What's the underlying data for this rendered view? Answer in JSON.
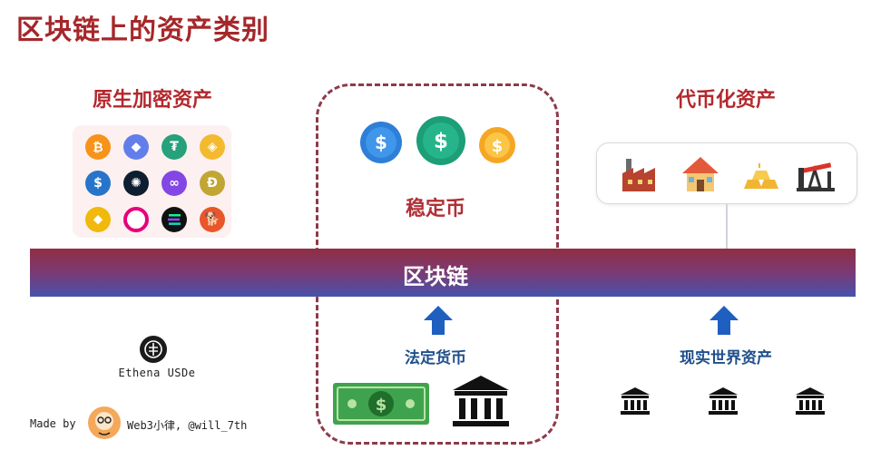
{
  "title": "区块链上的资产类别",
  "sections": {
    "native": {
      "title": "原生加密资产"
    },
    "stable": {
      "title": "稳定币"
    },
    "tokenized": {
      "title": "代币化资产"
    }
  },
  "band": {
    "label": "区块链"
  },
  "bottom": {
    "fiat_label": "法定货币",
    "rwa_label": "现实世界资产",
    "ethena_label": "Ethena USDe"
  },
  "credits": {
    "made_by": "Made by",
    "author": "Web3小律, @will_7th"
  },
  "colors": {
    "title": "#a5272a",
    "band_top": "#912e43",
    "band_bottom": "#4653ac",
    "arrow": "#1f5fbf",
    "dashed_border": "#8e3a4a"
  },
  "icons": {
    "crypto_row1": [
      "bitcoin-icon",
      "ethereum-icon",
      "tether-icon",
      "bnb-icon"
    ],
    "crypto_row2": [
      "usdc-icon",
      "cardano-icon",
      "polygon-icon",
      "dogecoin-icon"
    ],
    "crypto_row3": [
      "binance-usd-icon",
      "polkadot-icon",
      "solana-icon",
      "shiba-inu-icon"
    ],
    "stablecoins": [
      "dollar-coin-blue-icon",
      "dollar-coin-green-icon",
      "dollar-coin-gold-icon"
    ],
    "tokenized": [
      "factory-icon",
      "house-icon",
      "gold-bars-icon",
      "oil-pump-icon"
    ]
  }
}
